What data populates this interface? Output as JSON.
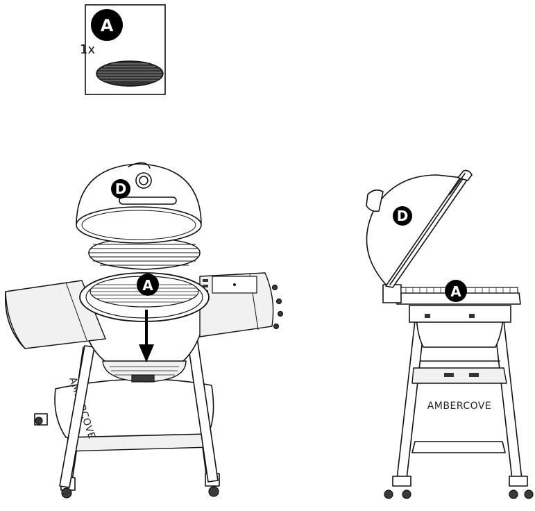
{
  "parts_box": {
    "part_letter": "A",
    "quantity": "1x"
  },
  "left_view": {
    "lid_badge": "D",
    "grate_badge": "A"
  },
  "right_view": {
    "lid_badge": "D",
    "grate_badge": "A",
    "brand": "AMBERCOVE"
  },
  "left_brand": "AMBERCOVE"
}
